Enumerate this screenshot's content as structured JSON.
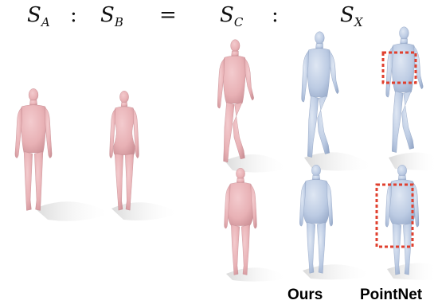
{
  "equation": {
    "sa": {
      "base": "S",
      "sub": "A"
    },
    "sb": {
      "base": "S",
      "sub": "B"
    },
    "sc": {
      "base": "S",
      "sub": "C"
    },
    "sx": {
      "base": "S",
      "sub": "X"
    },
    "colon": ":",
    "equals": "="
  },
  "captions": {
    "ours": "Ours",
    "pointnet": "PointNet"
  },
  "colors": {
    "source_mesh": "#e8b1b5",
    "source_mesh_shadow": "#c98d93",
    "result_mesh": "#bccbe3",
    "result_mesh_shadow": "#95a8c8",
    "error_box": "#e0402f"
  },
  "figures": [
    {
      "id": "s-a",
      "role": "source",
      "body": "male"
    },
    {
      "id": "s-b",
      "role": "source",
      "body": "female"
    },
    {
      "id": "s-c-top",
      "role": "source",
      "body": "walking-male"
    },
    {
      "id": "ours-top",
      "role": "result",
      "body": "walking-female"
    },
    {
      "id": "pointnet-top",
      "role": "result",
      "body": "walking-male"
    },
    {
      "id": "s-c-bottom",
      "role": "source",
      "body": "heavy-male"
    },
    {
      "id": "ours-bottom",
      "role": "result",
      "body": "heavy-female"
    },
    {
      "id": "pointnet-bottom",
      "role": "result",
      "body": "heavy-male"
    }
  ]
}
